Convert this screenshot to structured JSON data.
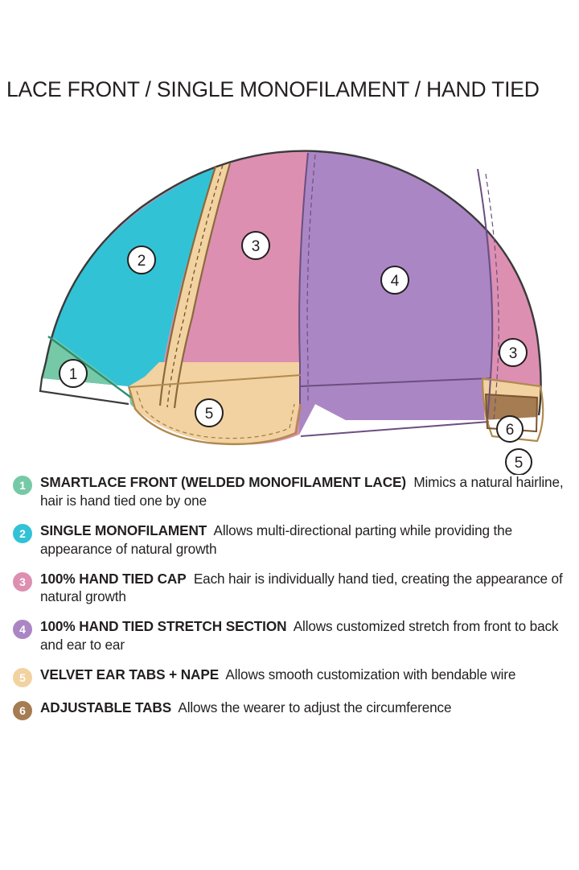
{
  "title": "LACE FRONT / SINGLE MONOFILAMENT / HAND TIED",
  "colors": {
    "green": "#76c9a6",
    "cyan": "#32c2d6",
    "pink": "#dd8fb2",
    "purple": "#ab86c4",
    "tan": "#f2d2a0",
    "brown": "#a67c52",
    "outline": "#3a3a3a",
    "text": "#231f20",
    "background": "#ffffff"
  },
  "diagram": {
    "alt_name": "wig-cap-construction-diagram",
    "callouts": [
      {
        "number": "1",
        "region": "smartlace-front",
        "color": "#76c9a6"
      },
      {
        "number": "2",
        "region": "single-monofilament",
        "color": "#32c2d6"
      },
      {
        "number": "3",
        "region": "hand-tied-cap-top",
        "color": "#dd8fb2"
      },
      {
        "number": "4",
        "region": "hand-tied-stretch-section",
        "color": "#ab86c4"
      },
      {
        "number": "3b",
        "region": "hand-tied-cap-back",
        "color": "#dd8fb2"
      },
      {
        "number": "5",
        "region": "velvet-ear-tab",
        "color": "#f2d2a0"
      },
      {
        "number": "6",
        "region": "adjustable-tab",
        "color": "#a67c52"
      },
      {
        "number": "5b",
        "region": "velvet-nape",
        "color": "#f2d2a0"
      }
    ]
  },
  "legend": {
    "items": [
      {
        "number": "1",
        "color": "#76c9a6",
        "term": "SMARTLACE FRONT (WELDED MONOFILAMENT LACE)",
        "desc": "Mimics a natural hairline, hair is hand tied one by one"
      },
      {
        "number": "2",
        "color": "#32c2d6",
        "term": "SINGLE MONOFILAMENT",
        "desc": "Allows multi-directional parting while providing the appearance of natural growth"
      },
      {
        "number": "3",
        "color": "#dd8fb2",
        "term": "100% HAND TIED CAP",
        "desc": "Each hair is individually hand tied, creating the appearance of natural growth"
      },
      {
        "number": "4",
        "color": "#ab86c4",
        "term": "100% HAND TIED STRETCH SECTION",
        "desc": "Allows customized stretch from front to back and ear to ear"
      },
      {
        "number": "5",
        "color": "#f2d2a0",
        "term": "VELVET EAR TABS + NAPE",
        "desc": "Allows smooth customization with bendable wire"
      },
      {
        "number": "6",
        "color": "#a67c52",
        "term": "ADJUSTABLE TABS",
        "desc": "Allows the wearer to adjust the circumference"
      }
    ]
  }
}
